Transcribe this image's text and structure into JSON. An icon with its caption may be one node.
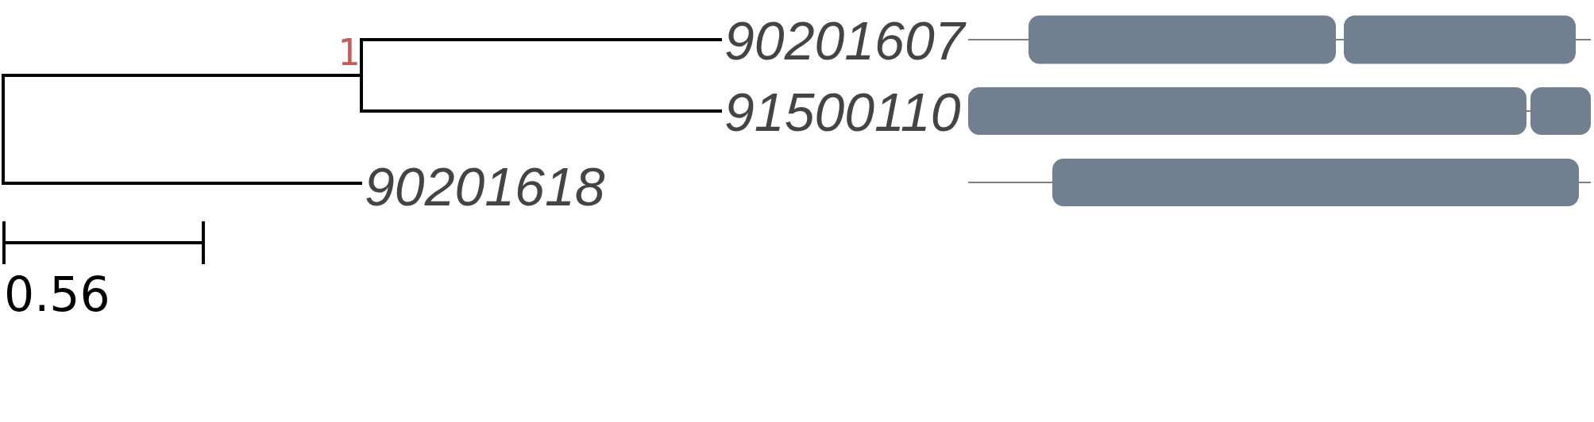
{
  "diagram": {
    "nodes": [
      {
        "text": [
          "1"
        ]
      },
      {
        "text": [
          "90201607"
        ]
      },
      {
        "text": [
          "91500110"
        ]
      },
      {
        "text": [
          "90201618"
        ]
      }
    ],
    "edges": [
      {
        "from": null,
        "to": 0,
        "arrow": "none"
      },
      {
        "from": 0,
        "to": 1,
        "arrow": "none"
      },
      {
        "from": 0,
        "to": 2,
        "arrow": "none"
      },
      {
        "from": null,
        "to": 3,
        "arrow": "none"
      }
    ],
    "labels": [
      "0.56"
    ]
  }
}
